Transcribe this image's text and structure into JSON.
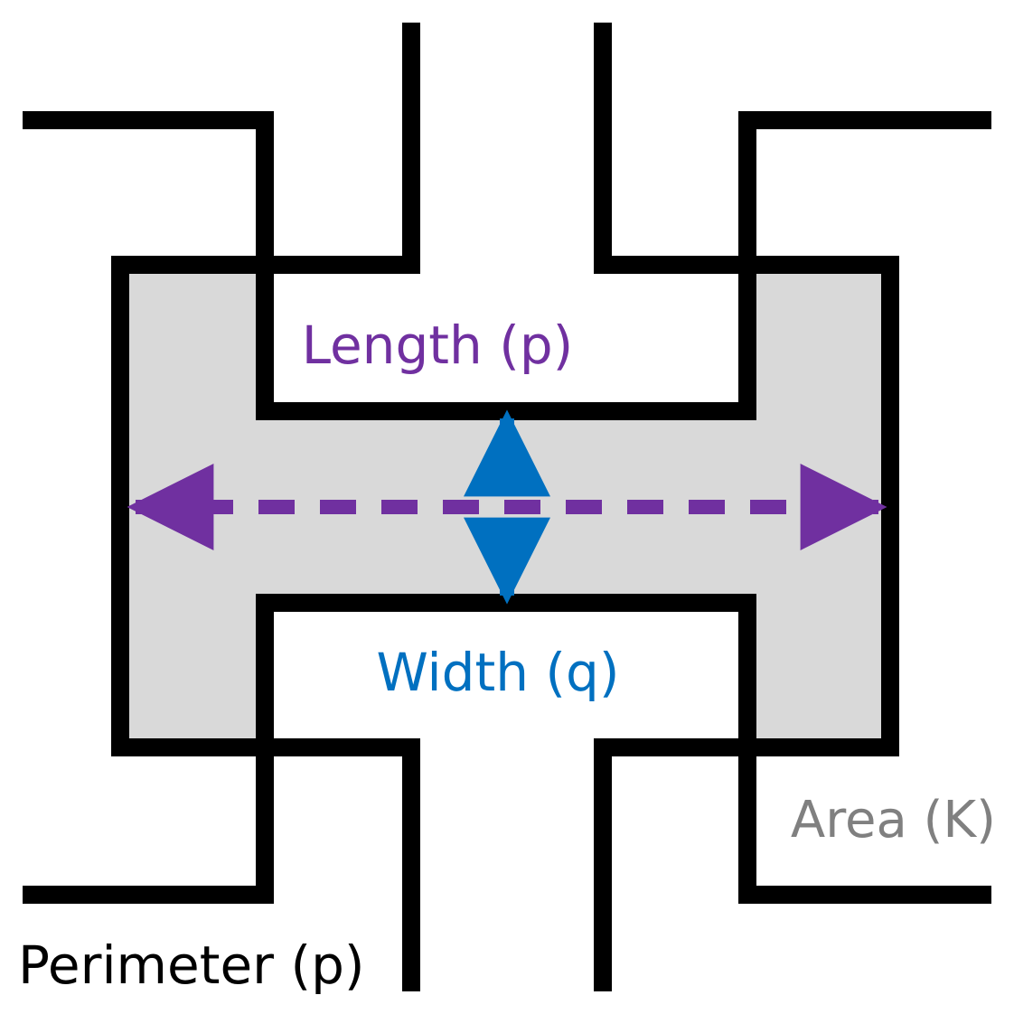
{
  "labels": {
    "length": "Length (p)",
    "width": "Width (q)",
    "area": "Area (K)",
    "perimeter": "Perimeter (p)"
  },
  "colors": {
    "length": "#7030A0",
    "width": "#0070C0",
    "area_text": "#808080",
    "area_fill": "#D9D9D9",
    "outline": "#000000",
    "perimeter_text": "#000000"
  }
}
